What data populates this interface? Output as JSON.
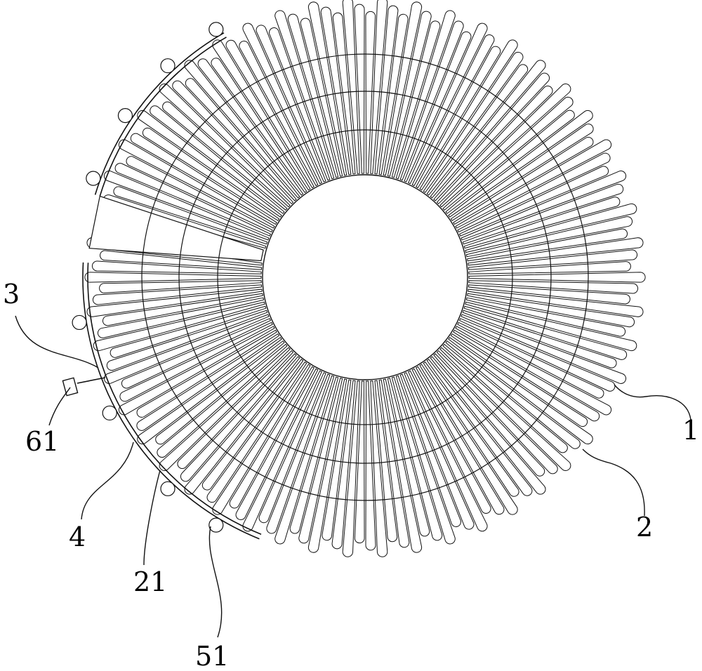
{
  "figure": {
    "labels": [
      {
        "id": "1",
        "text": "1"
      },
      {
        "id": "2",
        "text": "2"
      },
      {
        "id": "3",
        "text": "3"
      },
      {
        "id": "4",
        "text": "4"
      },
      {
        "id": "21",
        "text": "21"
      },
      {
        "id": "51",
        "text": "51"
      },
      {
        "id": "61",
        "text": "61"
      }
    ],
    "colors": {
      "line": "#111111",
      "background": "#ffffff"
    }
  }
}
